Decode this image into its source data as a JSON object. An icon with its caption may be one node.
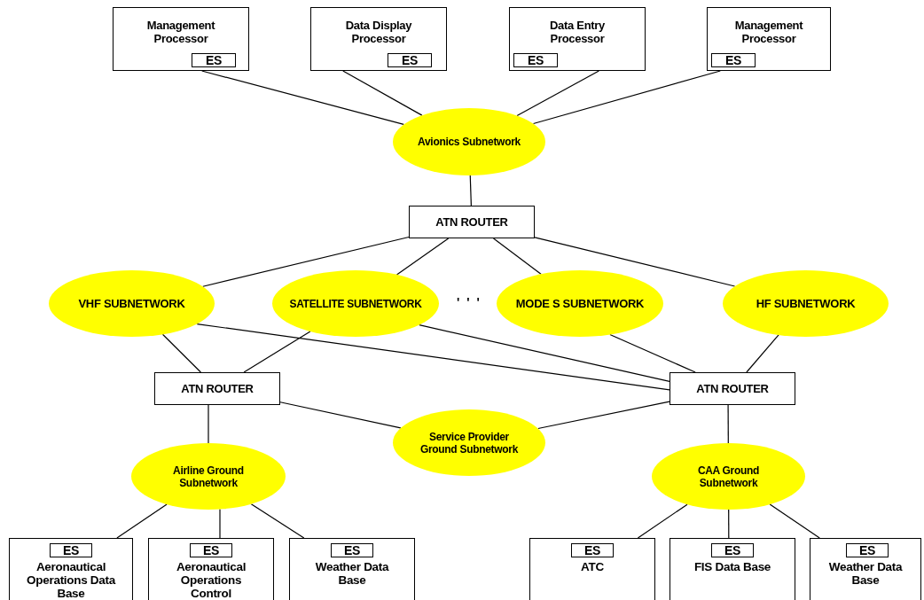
{
  "diagram": {
    "nodes": [
      {
        "text": [
          "Management Processor"
        ]
      },
      {
        "text": [
          "ES"
        ],
        "in": 0
      },
      {
        "text": [
          "Data Display Processor"
        ]
      },
      {
        "text": [
          "ES"
        ],
        "in": 2
      },
      {
        "text": [
          "Data Entry Processor"
        ]
      },
      {
        "text": [
          "ES"
        ],
        "in": 4
      },
      {
        "text": [
          "Management Processor"
        ]
      },
      {
        "text": [
          "ES"
        ],
        "in": 6
      },
      {
        "text": [
          "Avionics  Subnetwork"
        ]
      },
      {
        "text": [
          "ATN ROUTER"
        ]
      },
      {
        "text": [
          "VHF SUBNETWORK"
        ]
      },
      {
        "text": [
          "SATELLITE  SUBNETWORK"
        ]
      },
      {
        "text": [
          "MODE S  SUBNETWORK"
        ]
      },
      {
        "text": [
          "HF SUBNETWORK"
        ]
      },
      {
        "text": [
          "ATN ROUTER"
        ]
      },
      {
        "text": [
          "ATN ROUTER"
        ]
      },
      {
        "text": [
          "Service Provider Ground Subnetwork"
        ]
      },
      {
        "text": [
          "Airline Ground Subnetwork"
        ]
      },
      {
        "text": [
          "CAA  Ground Subnetwork"
        ]
      },
      {
        "text": [
          "Aeronautical Operations Data Base"
        ]
      },
      {
        "text": [
          "ES"
        ],
        "in": 19
      },
      {
        "text": [
          "Aeronautical Operations Control"
        ]
      },
      {
        "text": [
          "ES"
        ],
        "in": 21
      },
      {
        "text": [
          "Weather Data Base"
        ]
      },
      {
        "text": [
          "ES"
        ],
        "in": 23
      },
      {
        "text": [
          "ATC"
        ]
      },
      {
        "text": [
          "ES"
        ],
        "in": 25
      },
      {
        "text": [
          "FIS Data Base"
        ]
      },
      {
        "text": [
          "ES"
        ],
        "in": 27
      },
      {
        "text": [
          "Weather Data Base"
        ]
      },
      {
        "text": [
          "ES"
        ],
        "in": 29
      }
    ],
    "edges": [
      {
        "from": 0,
        "to": 8,
        "arrow": "none"
      },
      {
        "from": 2,
        "to": 8,
        "arrow": "none"
      },
      {
        "from": 4,
        "to": 8,
        "arrow": "none"
      },
      {
        "from": 6,
        "to": 8,
        "arrow": "none"
      },
      {
        "from": 8,
        "to": 9,
        "arrow": "none"
      },
      {
        "from": 9,
        "to": 10,
        "arrow": "none"
      },
      {
        "from": 9,
        "to": 11,
        "arrow": "none"
      },
      {
        "from": 9,
        "to": 12,
        "arrow": "none"
      },
      {
        "from": 9,
        "to": 13,
        "arrow": "none"
      },
      {
        "from": 10,
        "to": 14,
        "arrow": "none"
      },
      {
        "from": 11,
        "to": 14,
        "arrow": "none"
      },
      {
        "from": 10,
        "to": 15,
        "arrow": "none"
      },
      {
        "from": 11,
        "to": 15,
        "arrow": "none"
      },
      {
        "from": 12,
        "to": 15,
        "arrow": "none"
      },
      {
        "from": 13,
        "to": 15,
        "arrow": "none"
      },
      {
        "from": 14,
        "to": 16,
        "arrow": "none"
      },
      {
        "from": 15,
        "to": 16,
        "arrow": "none"
      },
      {
        "from": 14,
        "to": 17,
        "arrow": "none"
      },
      {
        "from": 15,
        "to": 18,
        "arrow": "none"
      },
      {
        "from": 17,
        "to": 19,
        "arrow": "none"
      },
      {
        "from": 17,
        "to": 21,
        "arrow": "none"
      },
      {
        "from": 17,
        "to": 23,
        "arrow": "none"
      },
      {
        "from": 18,
        "to": 25,
        "arrow": "none"
      },
      {
        "from": 18,
        "to": 27,
        "arrow": "none"
      },
      {
        "from": 18,
        "to": 29,
        "arrow": "none"
      }
    ],
    "labels": [
      "' ' '"
    ]
  }
}
